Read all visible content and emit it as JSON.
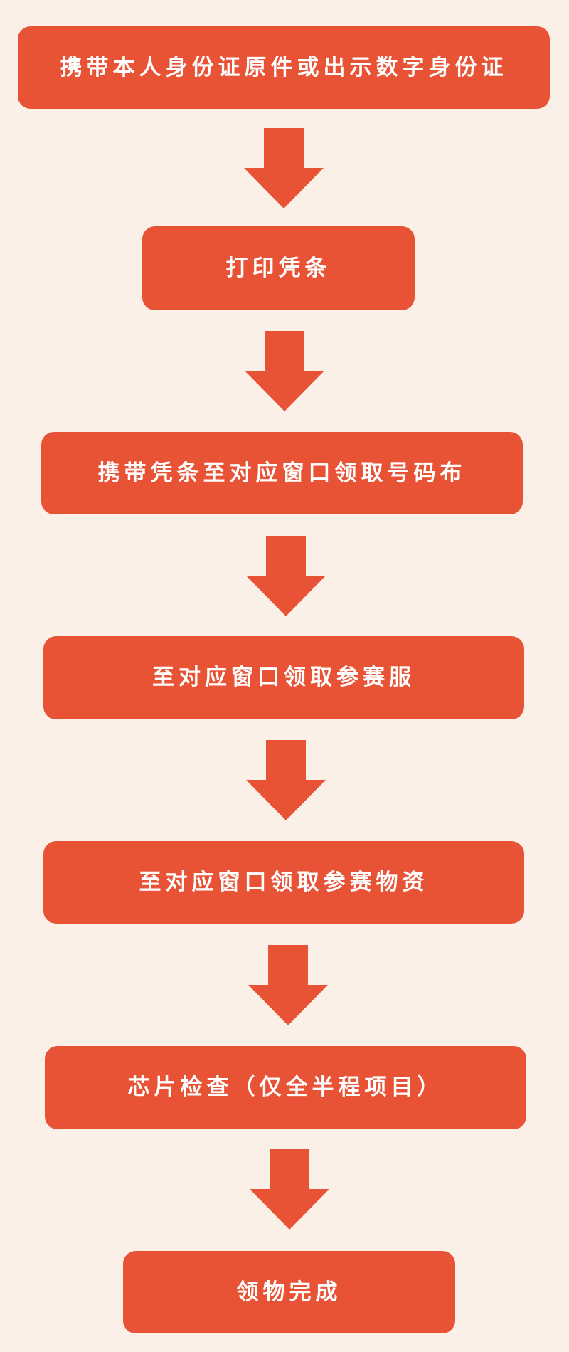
{
  "colors": {
    "background": "#FAF0E8",
    "accent": "#E85235",
    "text": "#FFFFFF"
  },
  "flow": {
    "steps": [
      {
        "label": "携带本人身份证原件或出示数字身份证"
      },
      {
        "label": "打印凭条"
      },
      {
        "label": "携带凭条至对应窗口领取号码布"
      },
      {
        "label": "至对应窗口领取参赛服"
      },
      {
        "label": "至对应窗口领取参赛物资"
      },
      {
        "label": "芯片检查（仅全半程项目）"
      },
      {
        "label": "领物完成"
      }
    ],
    "arrows": [
      {
        "icon": "arrow-down-icon"
      },
      {
        "icon": "arrow-down-icon"
      },
      {
        "icon": "arrow-down-icon"
      },
      {
        "icon": "arrow-down-icon"
      },
      {
        "icon": "arrow-down-icon"
      },
      {
        "icon": "arrow-down-icon"
      }
    ]
  }
}
